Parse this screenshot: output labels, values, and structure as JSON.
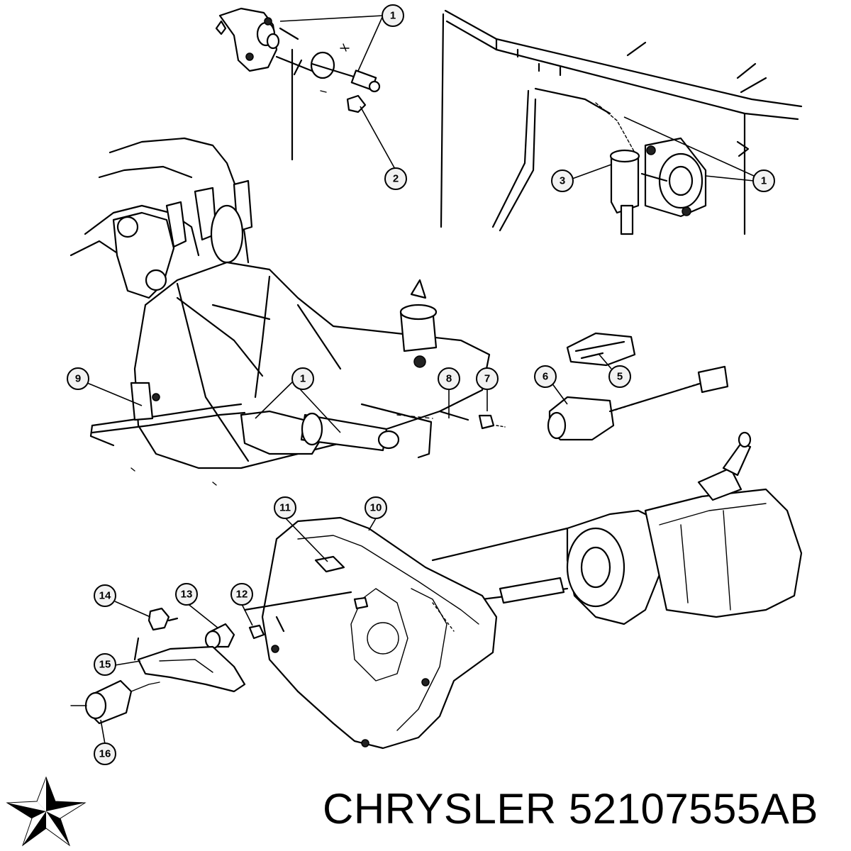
{
  "brand": {
    "name": "CHRYSLER",
    "part_number": "52107555AB"
  },
  "callouts": [
    "1",
    "2",
    "3",
    "5",
    "6",
    "7",
    "8",
    "9",
    "10",
    "11",
    "12",
    "13",
    "14",
    "15",
    "16"
  ]
}
